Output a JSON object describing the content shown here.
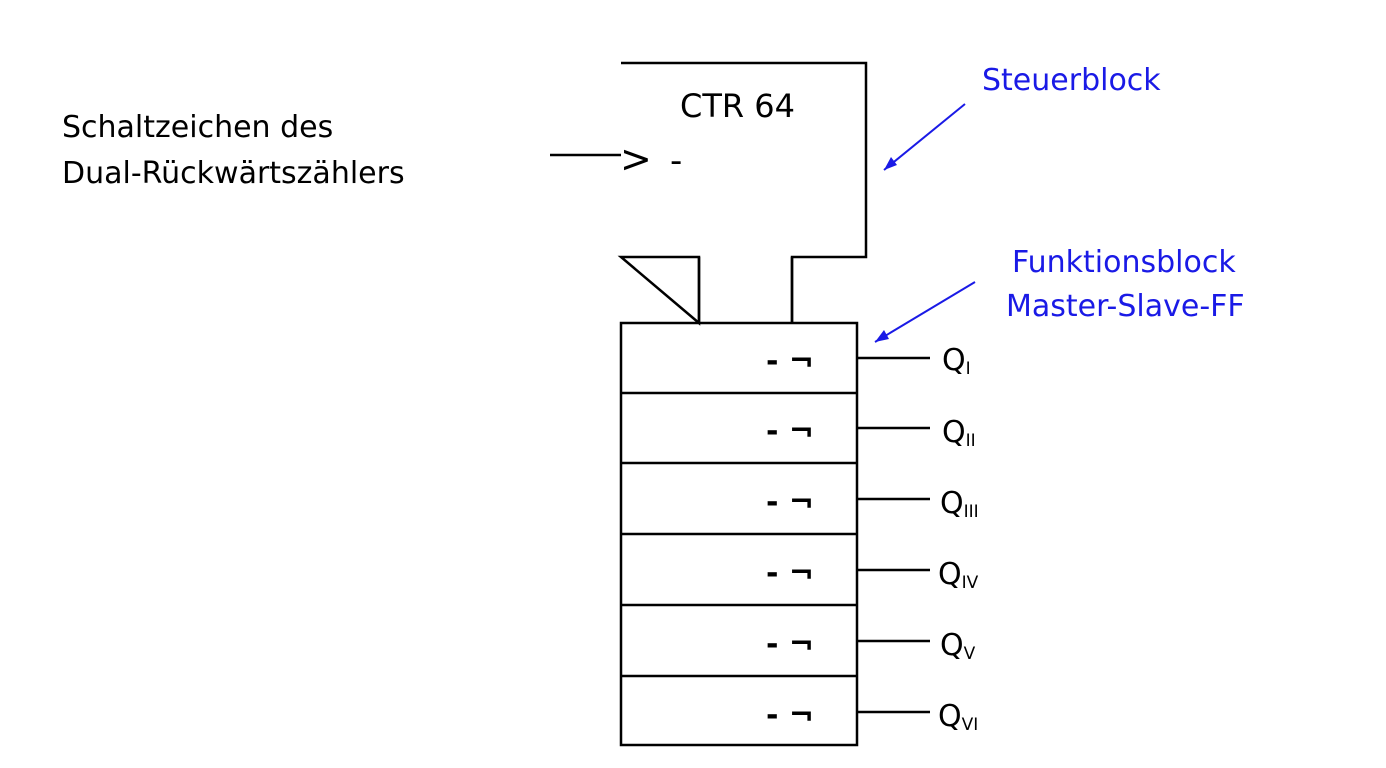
{
  "caption": {
    "line1": "Schaltzeichen des",
    "line2": "Dual-Rückwärtszählers"
  },
  "control_block": {
    "title": "CTR 64",
    "clock_symbol": ">",
    "minus_symbol": "-"
  },
  "annotations": {
    "control_label": "Steuerblock",
    "function_label_line1": "Funktionsblock",
    "function_label_line2": "Master-Slave-FF"
  },
  "flipflops": [
    {
      "inner": "- ¬",
      "q": "Q",
      "sub": "I"
    },
    {
      "inner": "- ¬",
      "q": "Q",
      "sub": "II"
    },
    {
      "inner": "- ¬",
      "q": "Q",
      "sub": "III"
    },
    {
      "inner": "- ¬",
      "q": "Q",
      "sub": "IV"
    },
    {
      "inner": "- ¬",
      "q": "Q",
      "sub": "V"
    },
    {
      "inner": "- ¬",
      "q": "Q",
      "sub": "VI"
    }
  ],
  "colors": {
    "annotation": "#1a1ae6",
    "line": "#000000"
  }
}
